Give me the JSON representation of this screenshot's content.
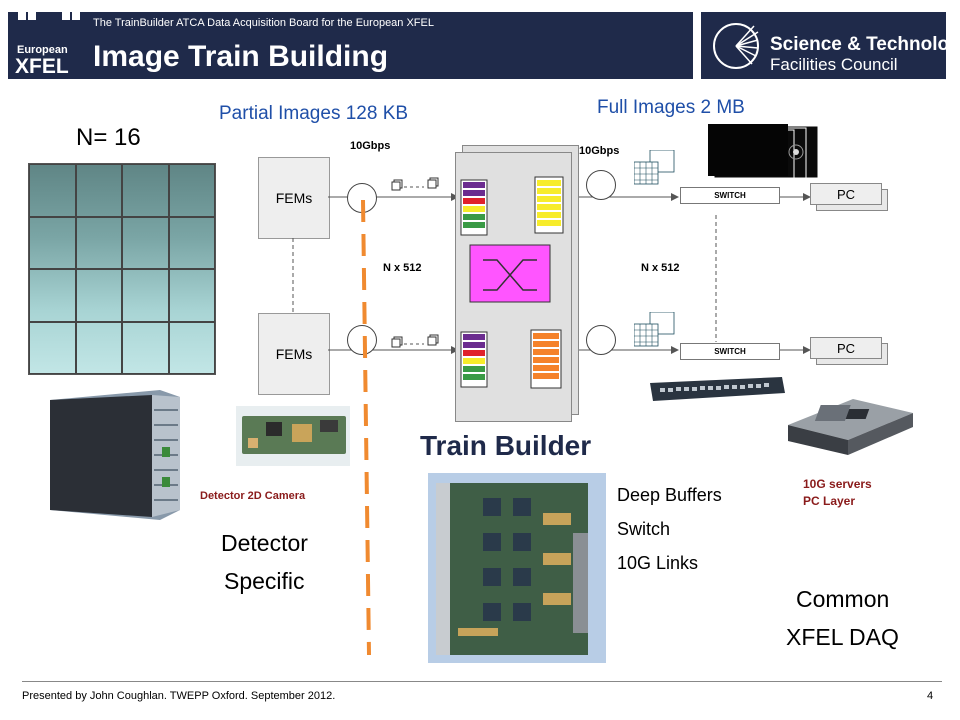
{
  "header": {
    "logo_line1": "European",
    "logo_line2": "XFEL",
    "subtitle": "The TrainBuilder ATCA Data Acquisition Board for the European XFEL",
    "title": "Image Train Building",
    "org_line1": "Science & Technology",
    "org_line2": "Facilities Council"
  },
  "diagram": {
    "n_label": "N= 16",
    "partial_images": "Partial Images 128 KB",
    "full_images": "Full Images 2 MB",
    "left_link_speed": "10Gbps",
    "right_link_speed": "10Gbps",
    "fem_top": "FEMs",
    "fem_bottom": "FEMs",
    "left_nx": "N x 512",
    "right_nx": "N x 512",
    "switch_top": "SWITCH",
    "switch_bottom": "SWITCH",
    "pc_top": "PC",
    "pc_bottom": "PC",
    "train_builder": "Train Builder",
    "camera_caption": "Detector 2D Camera",
    "detector_line1": "Detector",
    "detector_line2": "Specific",
    "features": [
      "Deep Buffers",
      "Switch",
      "10G Links"
    ],
    "servers_line1": "10G servers",
    "servers_line2": "PC Layer",
    "common_line1": "Common",
    "common_line2": "XFEL DAQ",
    "colors": {
      "dashed_divider": "#f08a30",
      "crossbar": "#ff55ff",
      "label_blue": "#1f4fa8",
      "header_bg": "#1f2a4a"
    }
  },
  "footer": {
    "presenter": "Presented by John Coughlan. TWEPP Oxford. September 2012.",
    "page_number": "4"
  }
}
